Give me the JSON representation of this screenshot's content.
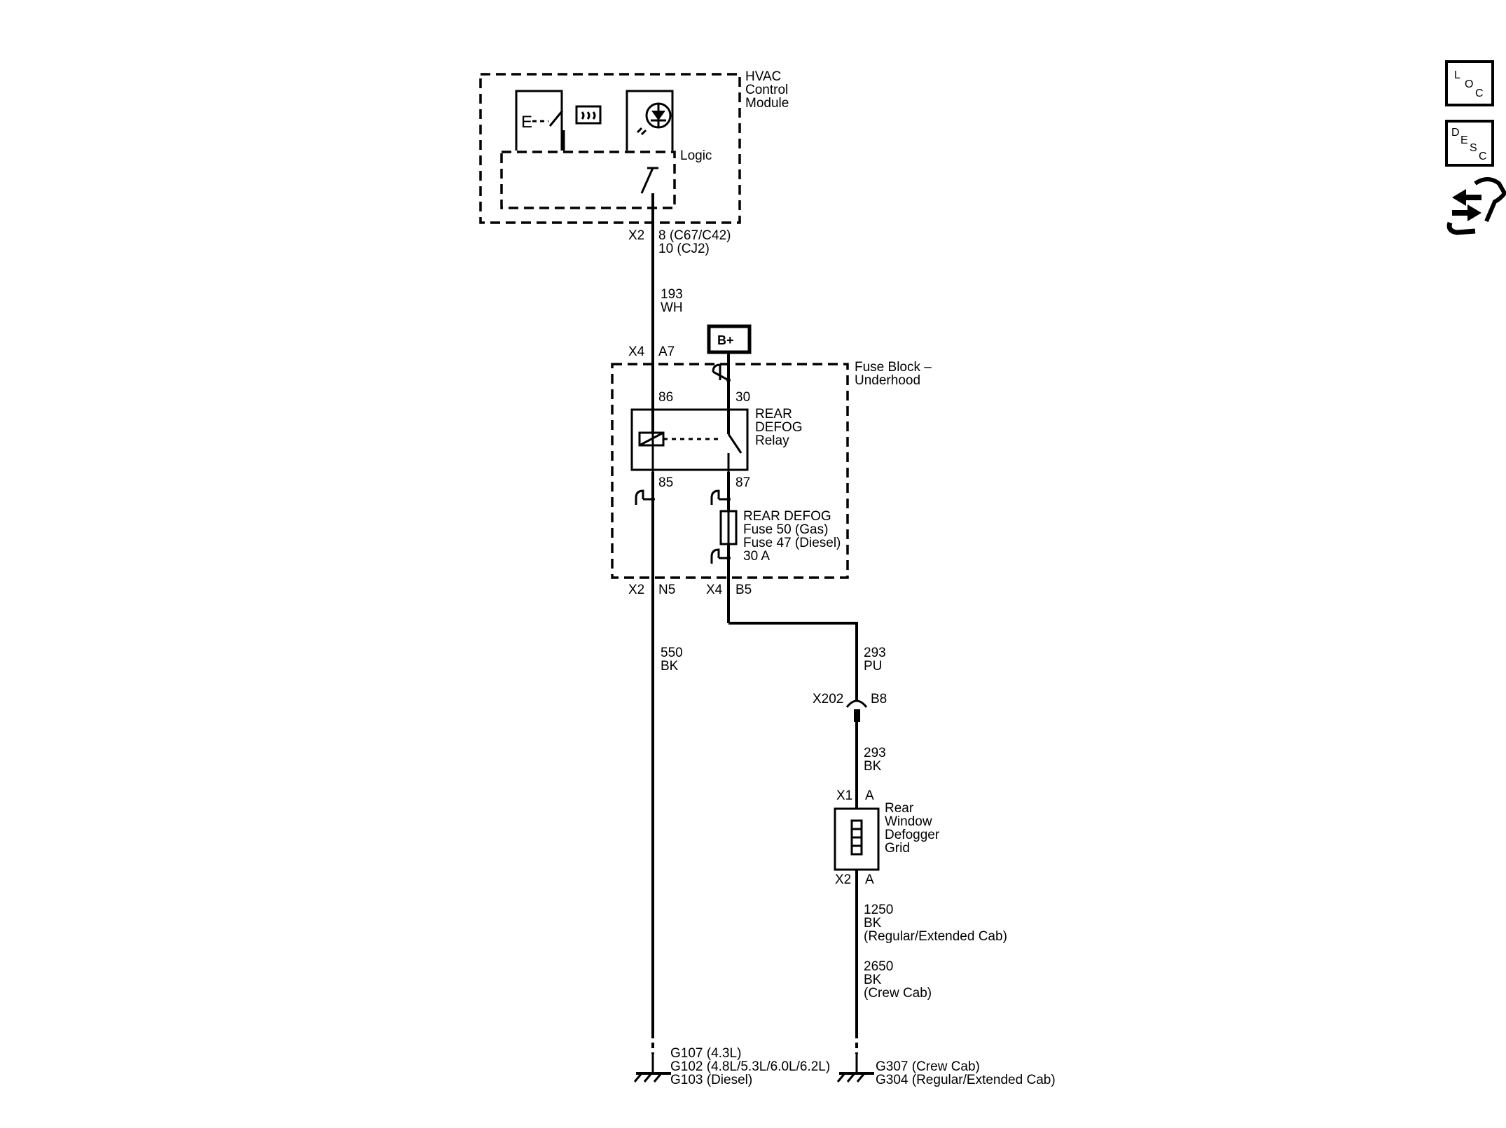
{
  "hvac": {
    "title_lines": [
      "HVAC",
      "Control",
      "Module"
    ],
    "logic_label": "Logic",
    "conn_x2": "X2",
    "pin_lines": [
      "8 (C67/C42)",
      "10 (CJ2)"
    ]
  },
  "wire_193": {
    "circuit": "193",
    "color": "WH"
  },
  "bplus_label": "B+",
  "fuse_block": {
    "title_lines": [
      "Fuse Block –",
      "Underhood"
    ],
    "conn_x4_top": "X4",
    "pin_a7": "A7",
    "relay": {
      "name_lines": [
        "REAR",
        "DEFOG",
        "Relay"
      ],
      "pin_86": "86",
      "pin_30": "30",
      "pin_85": "85",
      "pin_87": "87"
    },
    "fuse": {
      "label_lines": [
        "REAR DEFOG",
        "Fuse 50 (Gas)",
        "Fuse 47 (Diesel)",
        "30 A"
      ]
    },
    "conn_x2_bottom": "X2",
    "pin_n5": "N5",
    "conn_x4_bottom": "X4",
    "pin_b5": "B5"
  },
  "wire_550": {
    "circuit": "550",
    "color": "BK"
  },
  "wire_293_pu": {
    "circuit": "293",
    "color": "PU"
  },
  "inline_connector": {
    "name": "X202",
    "pin": "B8"
  },
  "wire_293_bk": {
    "circuit": "293",
    "color": "BK"
  },
  "defogger": {
    "conn_x1": "X1",
    "pin_top": "A",
    "name_lines": [
      "Rear",
      "Window",
      "Defogger",
      "Grid"
    ],
    "conn_x2": "X2",
    "pin_bottom": "A"
  },
  "wire_1250": {
    "lines": [
      "1250",
      "BK",
      "(Regular/Extended Cab)"
    ]
  },
  "wire_2650": {
    "lines": [
      "2650",
      "BK",
      "(Crew Cab)"
    ]
  },
  "ground_left": {
    "lines": [
      "G107 (4.3L)",
      "G102 (4.8L/5.3L/6.0L/6.2L)",
      "G103 (Diesel)"
    ]
  },
  "ground_right": {
    "lines": [
      "G307 (Crew Cab)",
      "G304 (Regular/Extended Cab)"
    ]
  },
  "nav_icons": [
    {
      "icon": "loc-icon",
      "letters": [
        "L",
        "O",
        "C"
      ]
    },
    {
      "icon": "desc-icon",
      "letters": [
        "D",
        "E",
        "S",
        "C"
      ]
    },
    {
      "icon": "connector-end-view-icon"
    }
  ]
}
